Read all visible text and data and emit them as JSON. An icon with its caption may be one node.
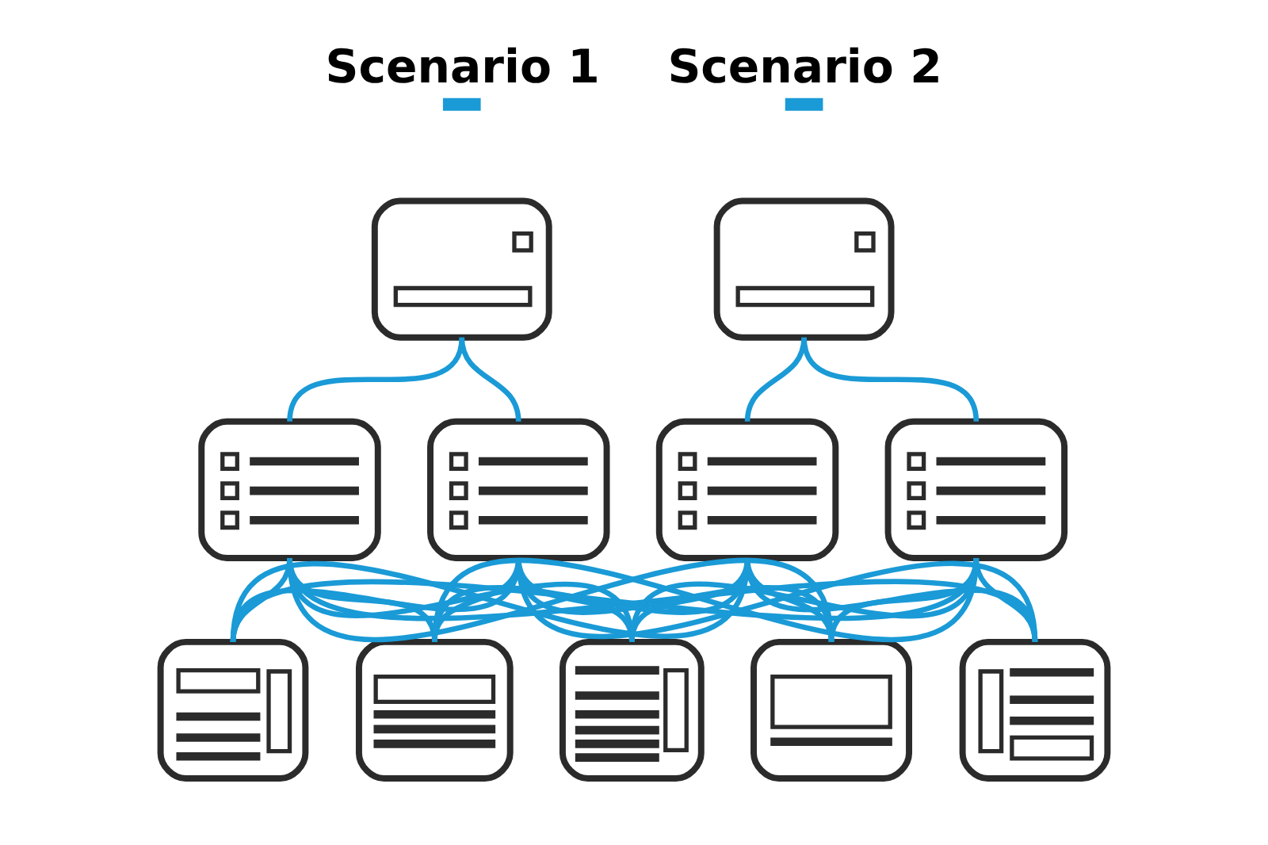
{
  "diagram": {
    "nodes": [
      {
        "text": [],
        "shape": "picture"
      },
      {
        "text": [],
        "shape": "picture"
      },
      {
        "text": [],
        "shape": "picture"
      },
      {
        "text": [],
        "shape": "picture"
      },
      {
        "text": [],
        "shape": "picture"
      },
      {
        "text": [],
        "shape": "picture"
      },
      {
        "text": [],
        "shape": "picture"
      },
      {
        "text": [],
        "shape": "picture"
      },
      {
        "text": [],
        "shape": "picture"
      },
      {
        "text": [],
        "shape": "picture"
      },
      {
        "text": [],
        "shape": "picture"
      }
    ],
    "edges": [
      {
        "from": 0,
        "to": 2,
        "arrow": "none"
      },
      {
        "from": 0,
        "to": 3,
        "arrow": "none"
      },
      {
        "from": 1,
        "to": 4,
        "arrow": "none"
      },
      {
        "from": 1,
        "to": 5,
        "arrow": "none"
      },
      {
        "from": 2,
        "to": 6,
        "arrow": "none"
      },
      {
        "from": 2,
        "to": 7,
        "arrow": "none"
      },
      {
        "from": 2,
        "to": 8,
        "arrow": "none"
      },
      {
        "from": 2,
        "to": 9,
        "arrow": "none"
      },
      {
        "from": 2,
        "to": 10,
        "arrow": "none"
      },
      {
        "from": 3,
        "to": 6,
        "arrow": "none"
      },
      {
        "from": 3,
        "to": 7,
        "arrow": "none"
      },
      {
        "from": 3,
        "to": 8,
        "arrow": "none"
      },
      {
        "from": 3,
        "to": 9,
        "arrow": "none"
      },
      {
        "from": 3,
        "to": 10,
        "arrow": "none"
      },
      {
        "from": 4,
        "to": 6,
        "arrow": "none"
      },
      {
        "from": 4,
        "to": 7,
        "arrow": "none"
      },
      {
        "from": 4,
        "to": 8,
        "arrow": "none"
      },
      {
        "from": 4,
        "to": 9,
        "arrow": "none"
      },
      {
        "from": 4,
        "to": 10,
        "arrow": "none"
      },
      {
        "from": 5,
        "to": 6,
        "arrow": "none"
      },
      {
        "from": 5,
        "to": 7,
        "arrow": "none"
      },
      {
        "from": 5,
        "to": 8,
        "arrow": "none"
      },
      {
        "from": 5,
        "to": 9,
        "arrow": "none"
      },
      {
        "from": 5,
        "to": 10,
        "arrow": "none"
      }
    ],
    "labels": [
      "Scenario 1",
      "Scenario 2"
    ]
  }
}
